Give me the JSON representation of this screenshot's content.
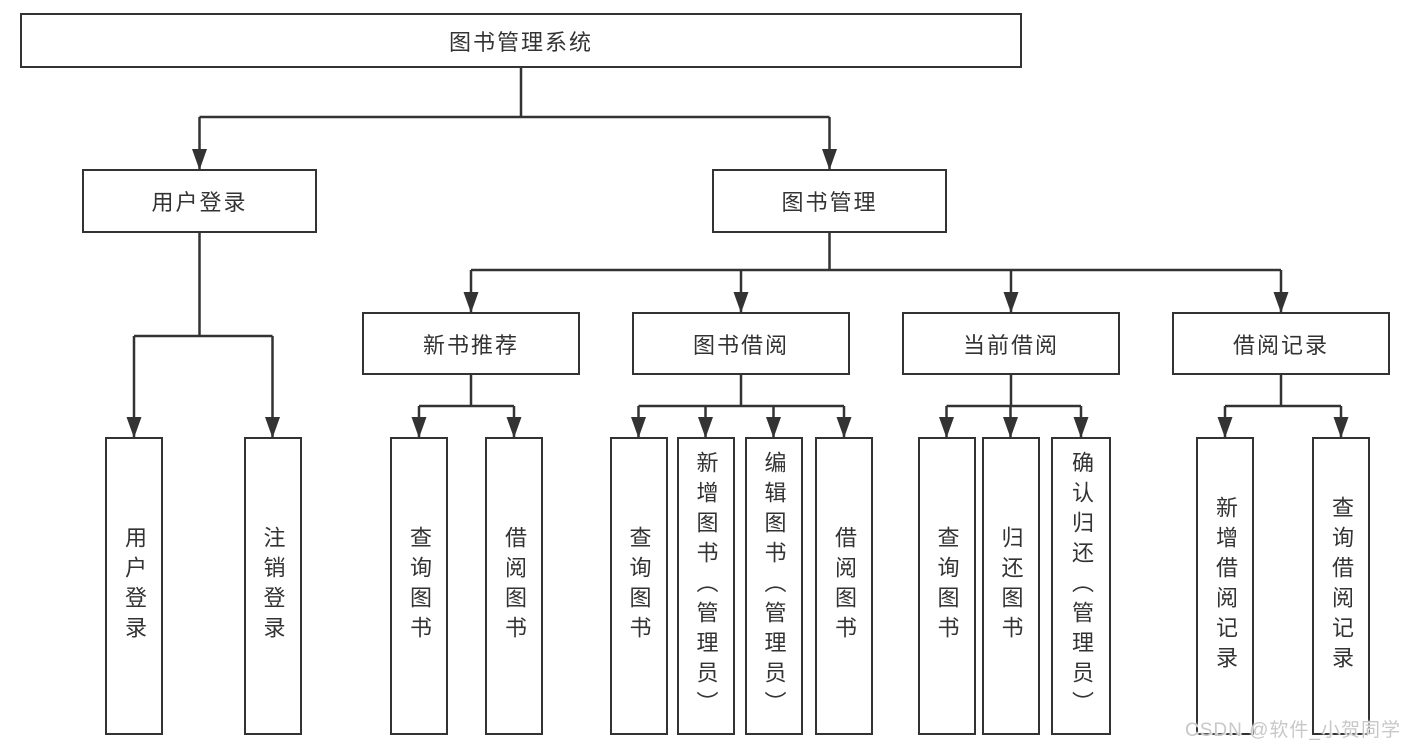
{
  "colors": {
    "line": "#333333",
    "box_border": "#333333",
    "box_fill": "#ffffff",
    "text": "#333333",
    "watermark": "#c8c8c8"
  },
  "watermark": {
    "text": "CSDN @软件_小贺同学"
  },
  "tree": {
    "root": {
      "label": "图书管理系统",
      "children": [
        {
          "label": "用户登录",
          "children": [
            {
              "label": "用户登录"
            },
            {
              "label": "注销登录"
            }
          ]
        },
        {
          "label": "图书管理",
          "children": [
            {
              "label": "新书推荐",
              "children": [
                {
                  "label": "查询图书"
                },
                {
                  "label": "借阅图书"
                }
              ]
            },
            {
              "label": "图书借阅",
              "children": [
                {
                  "label": "查询图书"
                },
                {
                  "label": "新增图书（管理员）"
                },
                {
                  "label": "编辑图书（管理员）"
                },
                {
                  "label": "借阅图书"
                }
              ]
            },
            {
              "label": "当前借阅",
              "children": [
                {
                  "label": "查询图书"
                },
                {
                  "label": "归还图书"
                },
                {
                  "label": "确认归还（管理员）"
                }
              ]
            },
            {
              "label": "借阅记录",
              "children": [
                {
                  "label": "新增借阅记录"
                },
                {
                  "label": "查询借阅记录"
                }
              ]
            }
          ]
        }
      ]
    }
  }
}
